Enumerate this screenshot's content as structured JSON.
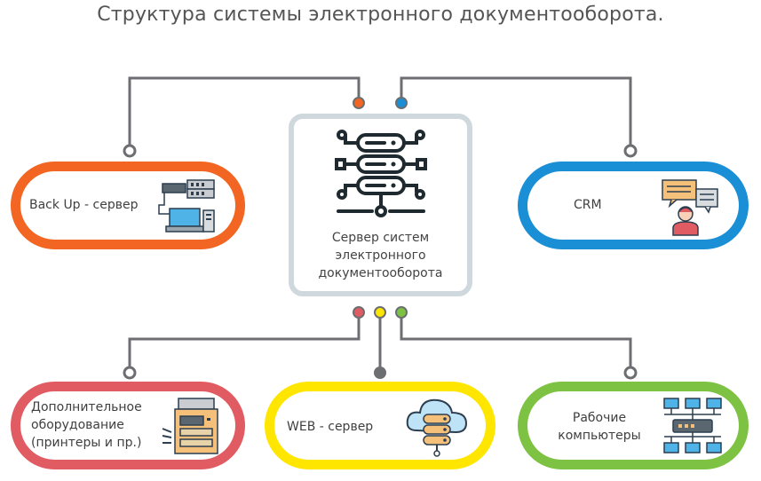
{
  "title": "Структура системы электронного документооборота.",
  "center": {
    "label": "Сервер систем электронного документооборота",
    "icon": "server-rack-icon"
  },
  "nodes": {
    "backup": {
      "label": "Back Up - сервер",
      "color": "#f26522",
      "icon": "backup-server-icon"
    },
    "crm": {
      "label": "CRM",
      "color": "#1a8fd6",
      "icon": "crm-user-chat-icon"
    },
    "extra": {
      "label": "Дополнительное оборудование (принтеры и пр.)",
      "color": "#e15b63",
      "icon": "printer-copier-icon"
    },
    "web": {
      "label": "WEB - сервер",
      "color": "#ffe600",
      "icon": "cloud-server-icon"
    },
    "workstations": {
      "label": "Рабочие компьютеры",
      "color": "#7dc242",
      "icon": "network-computers-icon"
    }
  },
  "connectors": {
    "top_left_dot": "#f26522",
    "top_right_dot": "#1a8fd6",
    "bottom_left_dot": "#e15b63",
    "bottom_mid_dot": "#ffe600",
    "bottom_right_dot": "#7dc242",
    "line_color": "#6d6e71"
  }
}
